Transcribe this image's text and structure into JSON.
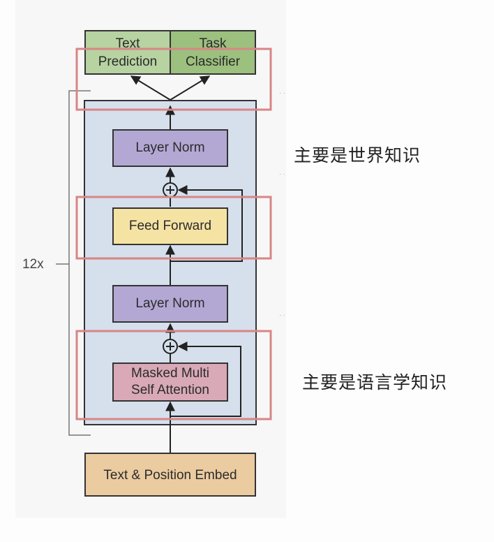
{
  "diagram": {
    "heads": {
      "text_prediction": {
        "line1": "Text",
        "line2": "Prediction"
      },
      "task_classifier": {
        "line1": "Task",
        "line2": "Classifier"
      }
    },
    "block": {
      "repeat_label": "12x",
      "layer_norm_top": "Layer Norm",
      "feed_forward": "Feed Forward",
      "layer_norm_bottom": "Layer Norm",
      "attention": {
        "line1": "Masked Multi",
        "line2": "Self Attention"
      }
    },
    "embed": "Text & Position Embed",
    "add_symbol": "+"
  },
  "annotations": {
    "world_knowledge": "主要是世界知识",
    "linguistic_knowledge": "主要是语言学知识"
  },
  "colors": {
    "head_left": "#b7d3a1",
    "head_right": "#9cc07e",
    "block_bg": "#d5e0ec",
    "layer_norm": "#b3a8d4",
    "feed_forward": "#f5e3a4",
    "attention": "#d9a9b8",
    "embed": "#ebcba0",
    "highlight": "#d98585"
  }
}
